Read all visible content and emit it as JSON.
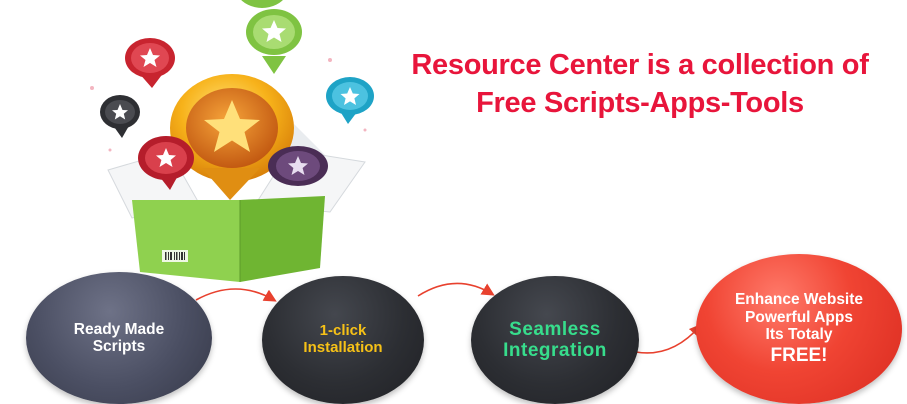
{
  "headline": {
    "line1": "Resource Center is a collection of",
    "line2": "Free Scripts-Apps-Tools"
  },
  "steps": [
    {
      "line1": "Ready Made",
      "line2": "Scripts"
    },
    {
      "line1": "1-click",
      "line2": "Installation"
    },
    {
      "line1": "Seamless",
      "line2": "Integration"
    },
    {
      "line1": "Enhance Website",
      "line2": "Powerful Apps",
      "line3": "Its Totaly",
      "line4": "FREE!"
    }
  ],
  "colors": {
    "headline": "#e8153b",
    "step1_text": "#ffffff",
    "step2_text": "#f6c117",
    "step3_text": "#37dd8c",
    "step4_bg": "#f04433",
    "arrow": "#e8412e",
    "box": "#8fd14f"
  },
  "icons": [
    "star-badge-icon",
    "open-box-icon",
    "curved-arrow-icon"
  ]
}
